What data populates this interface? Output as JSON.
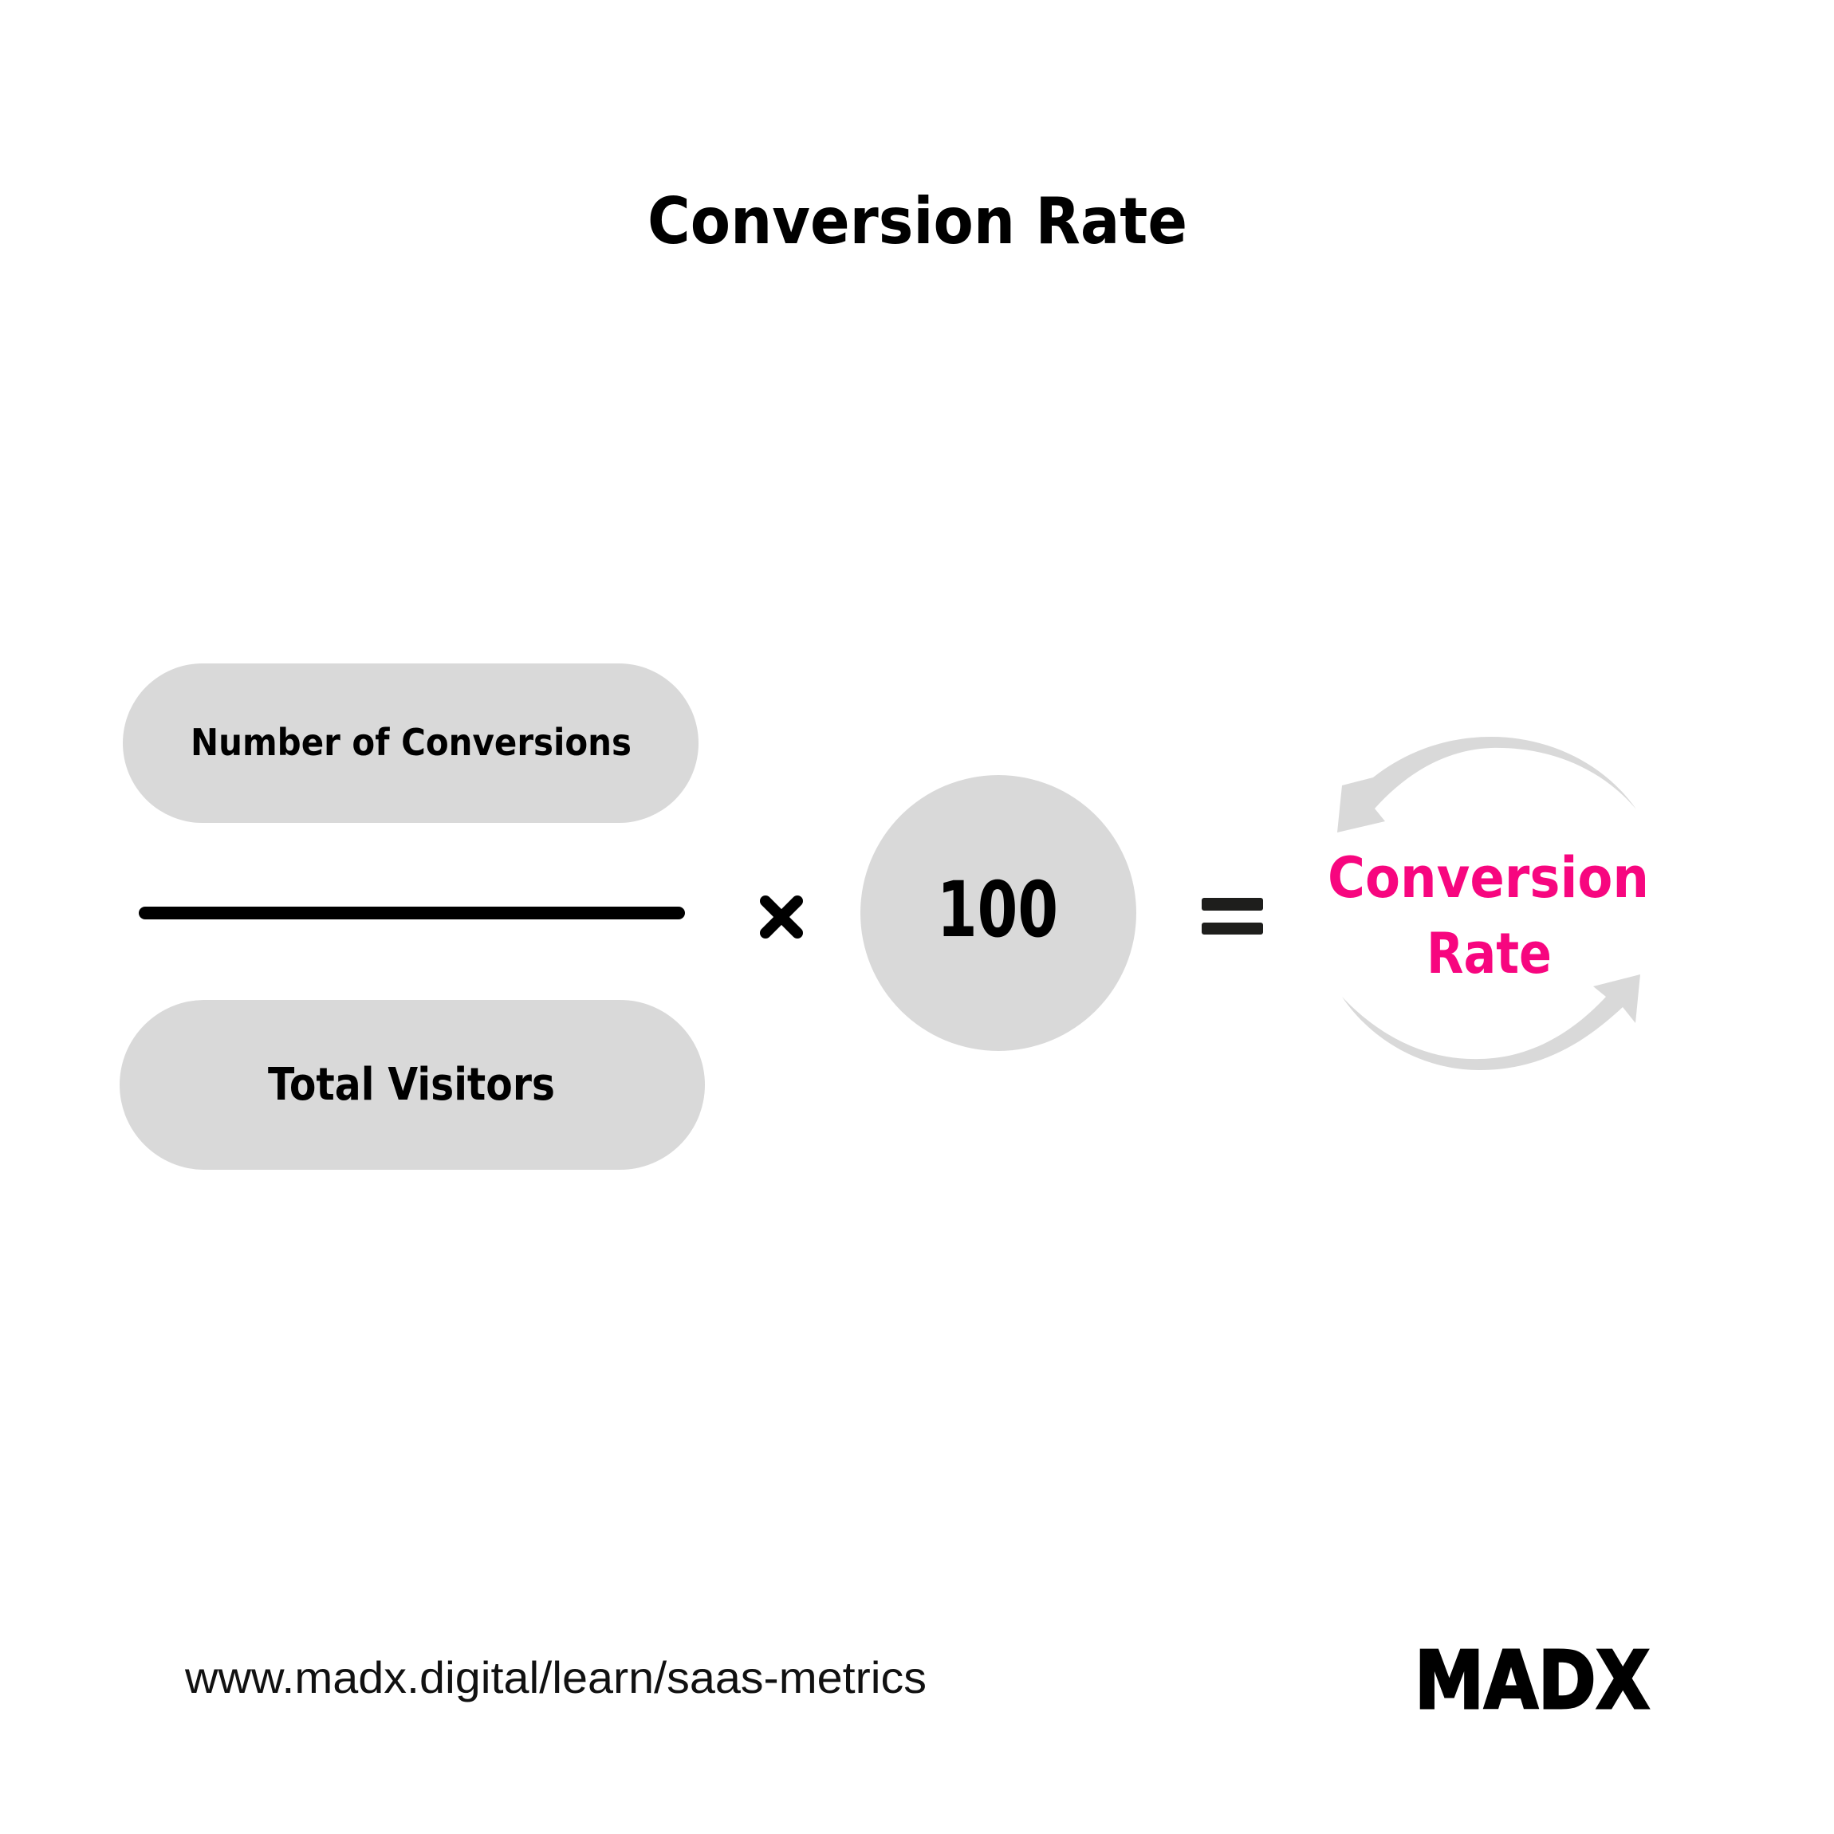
{
  "title": "Conversion Rate",
  "formula": {
    "numerator": "Number of Conversions",
    "denominator": "Total Visitors",
    "multiply_symbol": "×",
    "multiplier": "100",
    "equals_symbol": "=",
    "result_line1": "Conversion",
    "result_line2": "Rate"
  },
  "icons": {
    "multiply": "multiply-icon",
    "equals": "equals-icon",
    "cycle": "cycle-arrows-icon"
  },
  "footer": {
    "url": "www.madx.digital/learn/saas-metrics",
    "brand": "MADX"
  },
  "colors": {
    "background": "#FFFFFF",
    "pill": "#D9D9D9",
    "text": "#000000",
    "accent": "#F7067F",
    "arrow": "#D9D9D9",
    "equals": "#1E1E1C"
  }
}
